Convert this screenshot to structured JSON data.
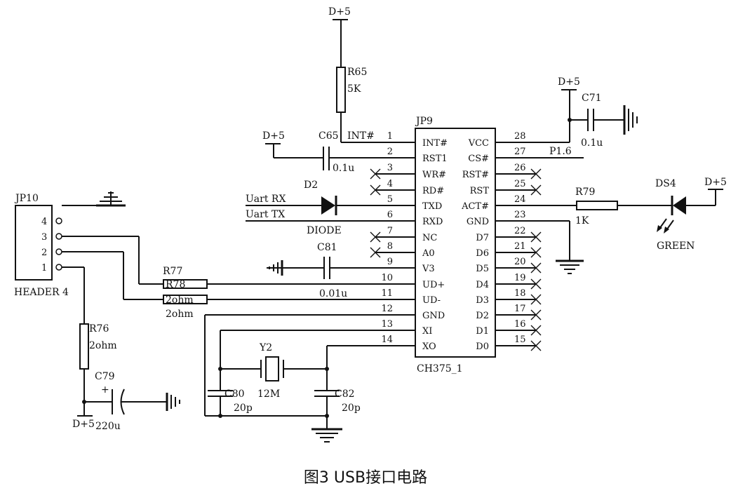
{
  "caption": "图3 USB接口电路",
  "power_label": "D+5",
  "chip": {
    "ref": "JP9",
    "name": "CH375_1",
    "left_pins": [
      {
        "num": "1",
        "name": "INT#"
      },
      {
        "num": "2",
        "name": "RST1"
      },
      {
        "num": "3",
        "name": "WR#"
      },
      {
        "num": "4",
        "name": "RD#"
      },
      {
        "num": "5",
        "name": "TXD"
      },
      {
        "num": "6",
        "name": "RXD"
      },
      {
        "num": "7",
        "name": "NC"
      },
      {
        "num": "8",
        "name": "A0"
      },
      {
        "num": "9",
        "name": "V3"
      },
      {
        "num": "10",
        "name": "UD+"
      },
      {
        "num": "11",
        "name": "UD-"
      },
      {
        "num": "12",
        "name": "GND"
      },
      {
        "num": "13",
        "name": "XI"
      },
      {
        "num": "14",
        "name": "XO"
      }
    ],
    "right_pins": [
      {
        "num": "28",
        "name": "VCC"
      },
      {
        "num": "27",
        "name": "CS#"
      },
      {
        "num": "26",
        "name": "RST#"
      },
      {
        "num": "25",
        "name": "RST"
      },
      {
        "num": "24",
        "name": "ACT#"
      },
      {
        "num": "23",
        "name": "GND"
      },
      {
        "num": "22",
        "name": "D7"
      },
      {
        "num": "21",
        "name": "D6"
      },
      {
        "num": "20",
        "name": "D5"
      },
      {
        "num": "19",
        "name": "D4"
      },
      {
        "num": "18",
        "name": "D3"
      },
      {
        "num": "17",
        "name": "D2"
      },
      {
        "num": "16",
        "name": "D1"
      },
      {
        "num": "15",
        "name": "D0"
      }
    ]
  },
  "header": {
    "ref": "JP10",
    "name": "HEADER 4",
    "pins": [
      "4",
      "3",
      "2",
      "1"
    ]
  },
  "components": {
    "r65": {
      "ref": "R65",
      "value": "5K"
    },
    "r76": {
      "ref": "R76",
      "value": "2ohm"
    },
    "r77": {
      "ref": "R77"
    },
    "r78": {
      "ref": "R78",
      "value": "2ohm",
      "value2": "2ohm"
    },
    "r79": {
      "ref": "R79",
      "value": "1K"
    },
    "c65": {
      "ref": "C65",
      "value": "0.1u"
    },
    "c71": {
      "ref": "C71",
      "value": "0.1u"
    },
    "c79": {
      "ref": "C79",
      "value": "220u",
      "polarity": "+"
    },
    "c80": {
      "ref": "C80",
      "value": "20p"
    },
    "c81": {
      "ref": "C81",
      "value": "0.01u"
    },
    "c82": {
      "ref": "C82",
      "value": "20p"
    },
    "d2": {
      "ref": "D2",
      "value": "DIODE"
    },
    "ds4": {
      "ref": "DS4",
      "value": "GREEN"
    },
    "y2": {
      "ref": "Y2",
      "value": "12M"
    }
  },
  "nets": {
    "int": "INT#",
    "uart_rx": "Uart RX",
    "uart_tx": "Uart TX",
    "p16": "P1.6"
  }
}
